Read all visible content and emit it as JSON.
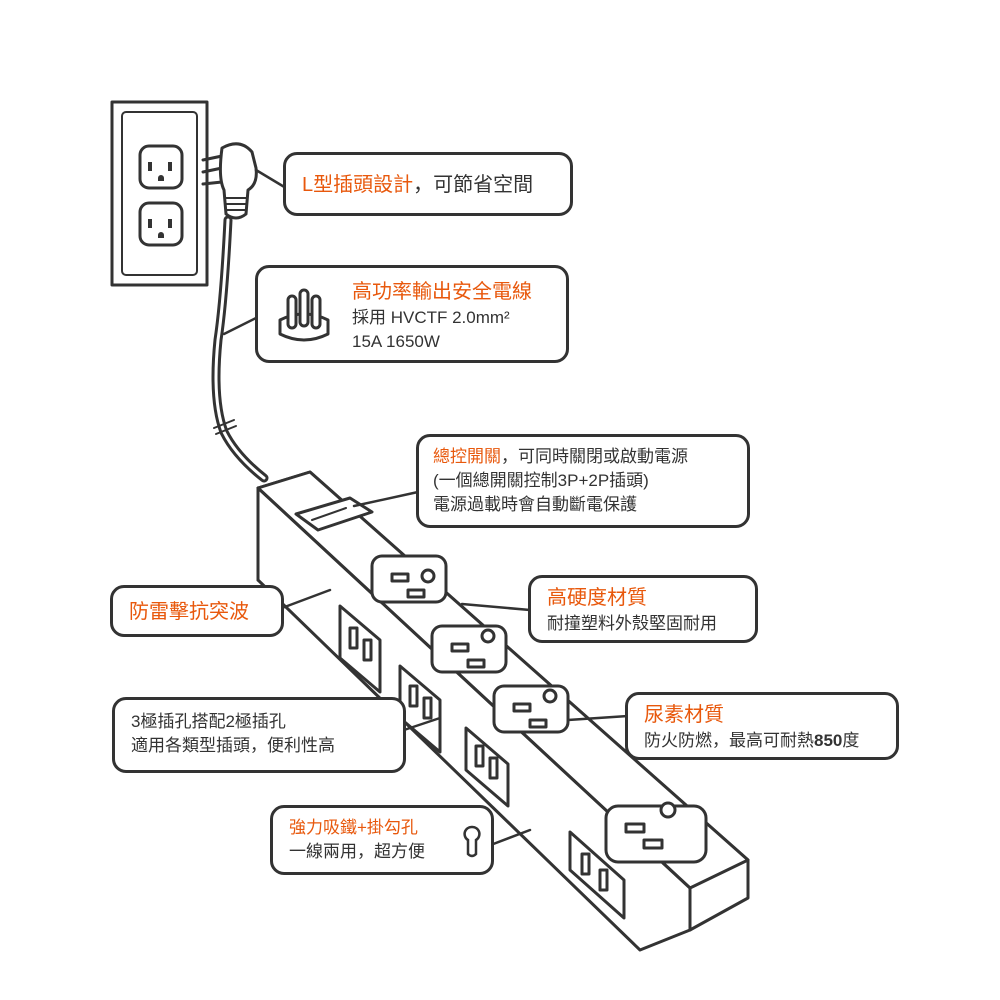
{
  "colors": {
    "accent": "#e8580c",
    "ink": "#333333"
  },
  "icons": {
    "keyhole": "keyhole-icon",
    "cable": "cable-cross-section-icon"
  },
  "callouts": {
    "l_plug": {
      "highlight": "L型插頭設計",
      "text": "，可節省空間"
    },
    "cable": {
      "title": "高功率輸出安全電線",
      "line1": "採用 HVCTF 2.0mm²",
      "line2": "15A 1650W"
    },
    "switch": {
      "highlight": "總控開關",
      "text": "，可同時關閉或啟動電源",
      "line2": "(一個總開關控制3P+2P插頭)",
      "line3": "電源過載時會自動斷電保護"
    },
    "surge": {
      "title": "防雷擊抗突波"
    },
    "hardness": {
      "title": "高硬度材質",
      "line1": "耐撞塑料外殼堅固耐用"
    },
    "urea": {
      "title": "尿素材質",
      "line1_a": "防火防燃，最高可耐熱",
      "line1_b": "850",
      "line1_c": "度"
    },
    "sockets": {
      "line1": "3極插孔搭配2極插孔",
      "line2": "適用各類型插頭，便利性高"
    },
    "magnet": {
      "title": "強力吸鐵+掛勾孔",
      "line1": "一線兩用，超方便"
    }
  }
}
